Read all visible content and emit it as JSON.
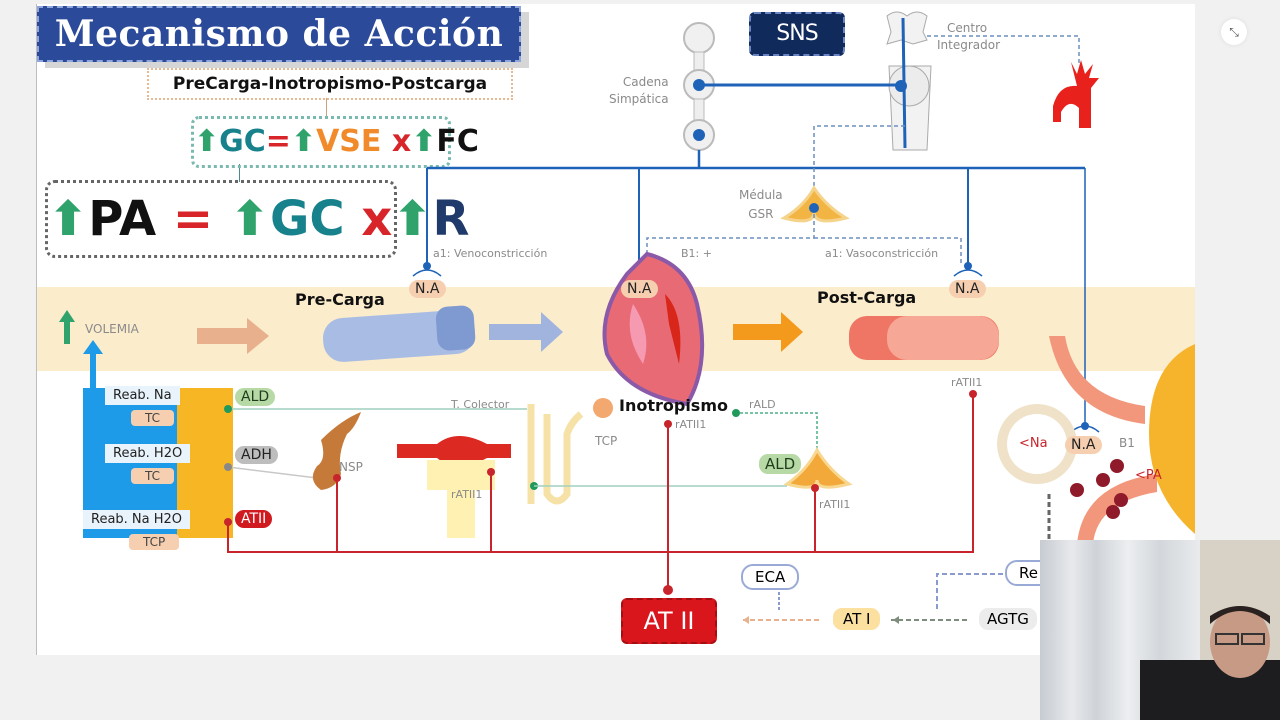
{
  "slide": {
    "title": "Mecanismo de Acción",
    "subtitle": "PreCarga-Inotropismo-Postcarga",
    "formula_gc": {
      "lhs": "GC",
      "eq": "=",
      "term1": "VSE",
      "op": "x",
      "term2": "FC"
    },
    "formula_pa": {
      "lhs": "PA",
      "eq": "=",
      "term1": "GC",
      "op": "x",
      "term2": "R"
    },
    "sns": {
      "label": "SNS",
      "chain_label_line1": "Cadena",
      "chain_label_line2": "Simpática",
      "center_label_line1": "Centro",
      "center_label_line2": "Integrador",
      "medulla_line1": "Médula",
      "medulla_line2": "GSR"
    },
    "receptors": {
      "veno": "a1: Venoconstricción",
      "b1_plus": "B1: +",
      "vaso": "a1: Vasoconstricción",
      "b1": "B1"
    },
    "band": {
      "volemia": "VOLEMIA",
      "precarga": "Pre-Carga",
      "postcarga": "Post-Carga",
      "na_label": "N.A"
    },
    "kidney": {
      "reab_na": "Reab. Na",
      "reab_h2o": "Reab. H2O",
      "reab_na_h2o": "Reab. Na H2O",
      "tc": "TC",
      "tcp": "TCP",
      "ald": "ALD",
      "adh": "ADH",
      "atii": "ATII",
      "nsp": "NSP",
      "t_colector": "T. Colector",
      "tcp_nephron": "TCP",
      "ratii1": "rATII1",
      "rald": "rALD",
      "inotropismo": "Inotropismo"
    },
    "juxtaglomerular": {
      "less_na": "<Na",
      "less_pa": "<PA",
      "na_label": "N.A"
    },
    "raas": {
      "at2": "AT II",
      "eca": "ECA",
      "at1": "AT I",
      "agtg": "AGTG",
      "renin_partial": "Re"
    }
  },
  "controls": {
    "fullscreen_icon": "exit-fullscreen-icon",
    "fullscreen_glyph": "⤡"
  },
  "colors": {
    "title_bg": "#2b4a9a",
    "sns_bg": "#102a5c",
    "nerve_blue": "#2a62b3",
    "raas_red": "#c8242b",
    "band_bg": "#fbeccc",
    "green_arrow": "#2fa36b",
    "at2_bg": "#d8161c"
  }
}
